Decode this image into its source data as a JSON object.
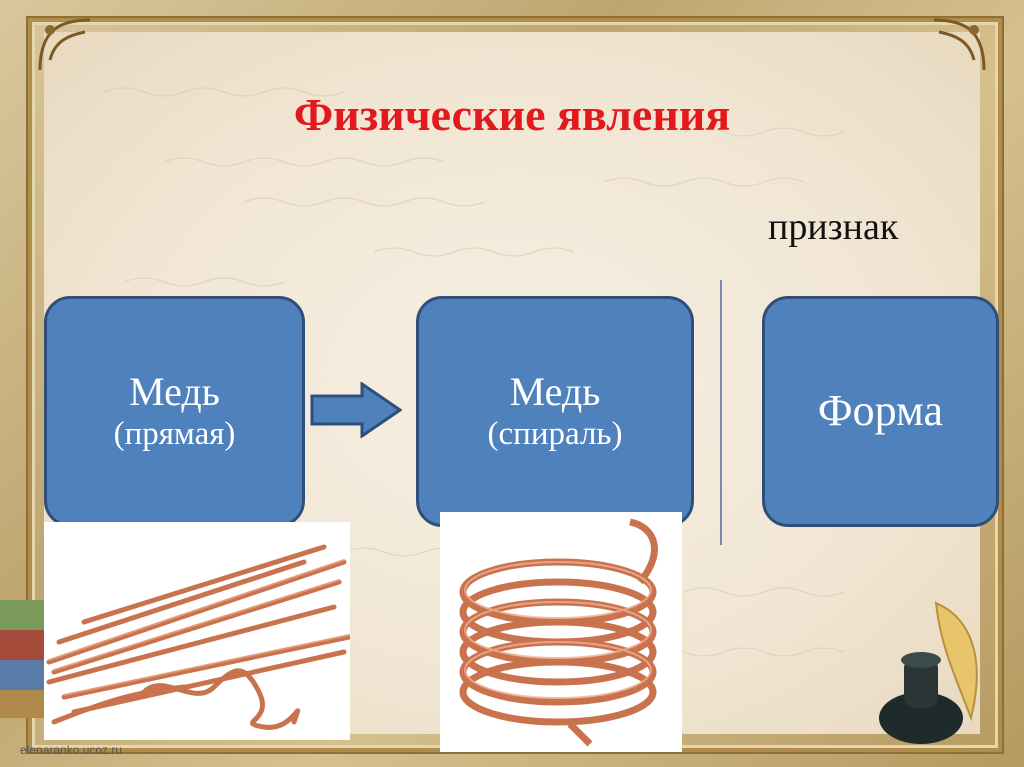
{
  "slide": {
    "title": "Физические явления",
    "column_label": "признак",
    "boxes": [
      {
        "main": "Медь",
        "sub": "(прямая)"
      },
      {
        "main": "Медь",
        "sub": "(спираль)"
      },
      {
        "main": "Форма",
        "sub": ""
      }
    ],
    "footer": "elenaranko.ucoz.ru"
  },
  "colors": {
    "title": "#e3191e",
    "box_fill": "#4f81bd",
    "box_border": "#2f4f7a",
    "copper": "#c8734e"
  },
  "icons": [
    "arrow-right-icon",
    "copper-wires-photo",
    "copper-coil-photo",
    "books-icon",
    "inkwell-quill-icon"
  ]
}
